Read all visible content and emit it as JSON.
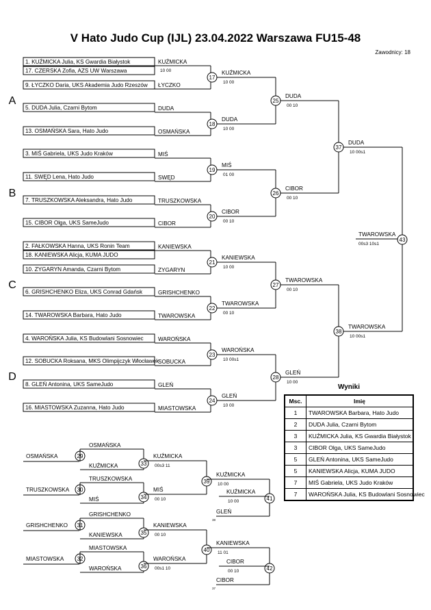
{
  "header": {
    "title": "V Hato Judo Cup (IJL)  23.04.2022  Warszawa   FU15-48",
    "competitors": "Zawodnicy: 18"
  },
  "pools": [
    "A",
    "B",
    "C",
    "D"
  ],
  "entries": [
    "1. KUŹMICKA Julia, KS Gwardia Białystok",
    "17. CZERSKA Zofia, AZS UW Warszawa",
    "9. ŁYCZKO Daria, UKS Akademia Judo Rzeszów",
    "5. DUDA Julia, Czarni Bytom",
    "13. OSMAŃSKA Sara, Hato Judo",
    "3. MIŚ Gabriela, UKS Judo Kraków",
    "11. SWĘD Lena, Hato Judo",
    "7. TRUSZKOWSKA Aleksandra, Hato Judo",
    "15. CIBOR Olga, UKS SameJudo",
    "2. FAŁKOWSKA Hanna, UKS Ronin Team",
    "18. KANIEWSKA Alicja, KUMA JUDO",
    "10. ZYGARYN Amanda, Czarni Bytom",
    "6. GRISHCHENKO Eliza, UKS Conrad Gdańsk",
    "14. TWAROWSKA Barbara, Hato Judo",
    "4. WAROŃSKA Julia, KS Budowlani Sosnowiec",
    "12. SOBUCKA Roksana, MKS Olimpijczyk Włocławek",
    "8. GLEŃ Antonina, UKS SameJudo",
    "16. MIASTOWSKA Zuzanna, Hato Judo"
  ],
  "winners": [
    "KUŹMICKA",
    "ŁYCZKO",
    "DUDA",
    "OSMAŃSKA",
    "MIŚ",
    "SWĘD",
    "TRUSZKOWSKA",
    "CIBOR",
    "KANIEWSKA",
    "ZYGARYN",
    "GRISHCHENKO",
    "TWAROWSKA",
    "WAROŃSKA",
    "SOBUCKA",
    "GLEŃ",
    "MIASTOWSKA"
  ],
  "first_scores": [
    "10   00"
  ],
  "matches": [
    {
      "no": "17",
      "winner": "KUŹMICKA",
      "score": "10   00"
    },
    {
      "no": "18",
      "winner": "DUDA",
      "score": "10   00"
    },
    {
      "no": "19",
      "winner": "MIŚ",
      "score": "01   00"
    },
    {
      "no": "20",
      "winner": "CIBOR",
      "score": "00   10"
    },
    {
      "no": "21",
      "winner": "KANIEWSKA",
      "score": "10   00"
    },
    {
      "no": "22",
      "winner": "TWAROWSKA",
      "score": "00   10"
    },
    {
      "no": "23",
      "winner": "WAROŃSKA",
      "score": "10   00s1"
    },
    {
      "no": "24",
      "winner": "GLEŃ",
      "score": "10   00"
    },
    {
      "no": "25",
      "winner": "DUDA",
      "score": "00   10"
    },
    {
      "no": "26",
      "winner": "CIBOR",
      "score": "00   10"
    },
    {
      "no": "27",
      "winner": "TWAROWSKA",
      "score": "00   10"
    },
    {
      "no": "28",
      "winner": "GLEŃ",
      "score": "10   00"
    },
    {
      "no": "37",
      "winner": "DUDA",
      "score": "10   00s1"
    },
    {
      "no": "38",
      "winner": "TWAROWSKA",
      "score": "10   00s1"
    },
    {
      "no": "43",
      "winner": "TWAROWSKA",
      "score": "00s3   10s1"
    }
  ],
  "repechage": {
    "left_names": [
      "OSMAŃSKA",
      "TRUSZKOWSKA",
      "GRISHCHENKO",
      "MIASTOWSKA"
    ],
    "feed_names": [
      "KUŹMICKA",
      "MIŚ",
      "KANIEWSKA",
      "WAROŃSKA"
    ],
    "matches": [
      {
        "no": "29",
        "winner": "OSMAŃSKA"
      },
      {
        "no": "30",
        "winner": "TRUSZKOWSKA"
      },
      {
        "no": "31",
        "winner": "GRISHCHENKO"
      },
      {
        "no": "32",
        "winner": "MIASTOWSKA"
      },
      {
        "no": "33",
        "winner": "KUŹMICKA",
        "score": "00s3   11"
      },
      {
        "no": "34",
        "winner": "MIŚ",
        "score": "00   10"
      },
      {
        "no": "35",
        "winner": "KANIEWSKA",
        "score": "00   10"
      },
      {
        "no": "36",
        "winner": "WAROŃSKA",
        "score": "00s1   10"
      },
      {
        "no": "39",
        "winner": "KUŹMICKA",
        "score": "10   00"
      },
      {
        "no": "40",
        "winner": "KANIEWSKA",
        "score": "11   01"
      },
      {
        "no": "41",
        "winner": "KUŹMICKA",
        "score": "10   00"
      },
      {
        "no": "42",
        "winner": "CIBOR",
        "score": "00   10"
      }
    ],
    "from_semis": [
      "GLEŃ",
      "CIBOR"
    ],
    "from_semis_no": [
      "38",
      "37"
    ]
  },
  "results": {
    "title": "Wyniki",
    "headers": [
      "Msc.",
      "Imię"
    ],
    "rows": [
      {
        "place": "1",
        "name": "TWAROWSKA Barbara, Hato Judo"
      },
      {
        "place": "2",
        "name": "DUDA Julia, Czarni Bytom"
      },
      {
        "place": "3",
        "name": "KUŹMICKA Julia, KS Gwardia Białystok"
      },
      {
        "place": "3",
        "name": "CIBOR Olga, UKS SameJudo"
      },
      {
        "place": "5",
        "name": "GLEŃ Antonina, UKS SameJudo"
      },
      {
        "place": "5",
        "name": "KANIEWSKA Alicja, KUMA JUDO"
      },
      {
        "place": "7",
        "name": "MIŚ Gabriela, UKS Judo Kraków"
      },
      {
        "place": "7",
        "name": "WAROŃSKA Julia, KS Budowlani Sosnowiec"
      }
    ]
  }
}
